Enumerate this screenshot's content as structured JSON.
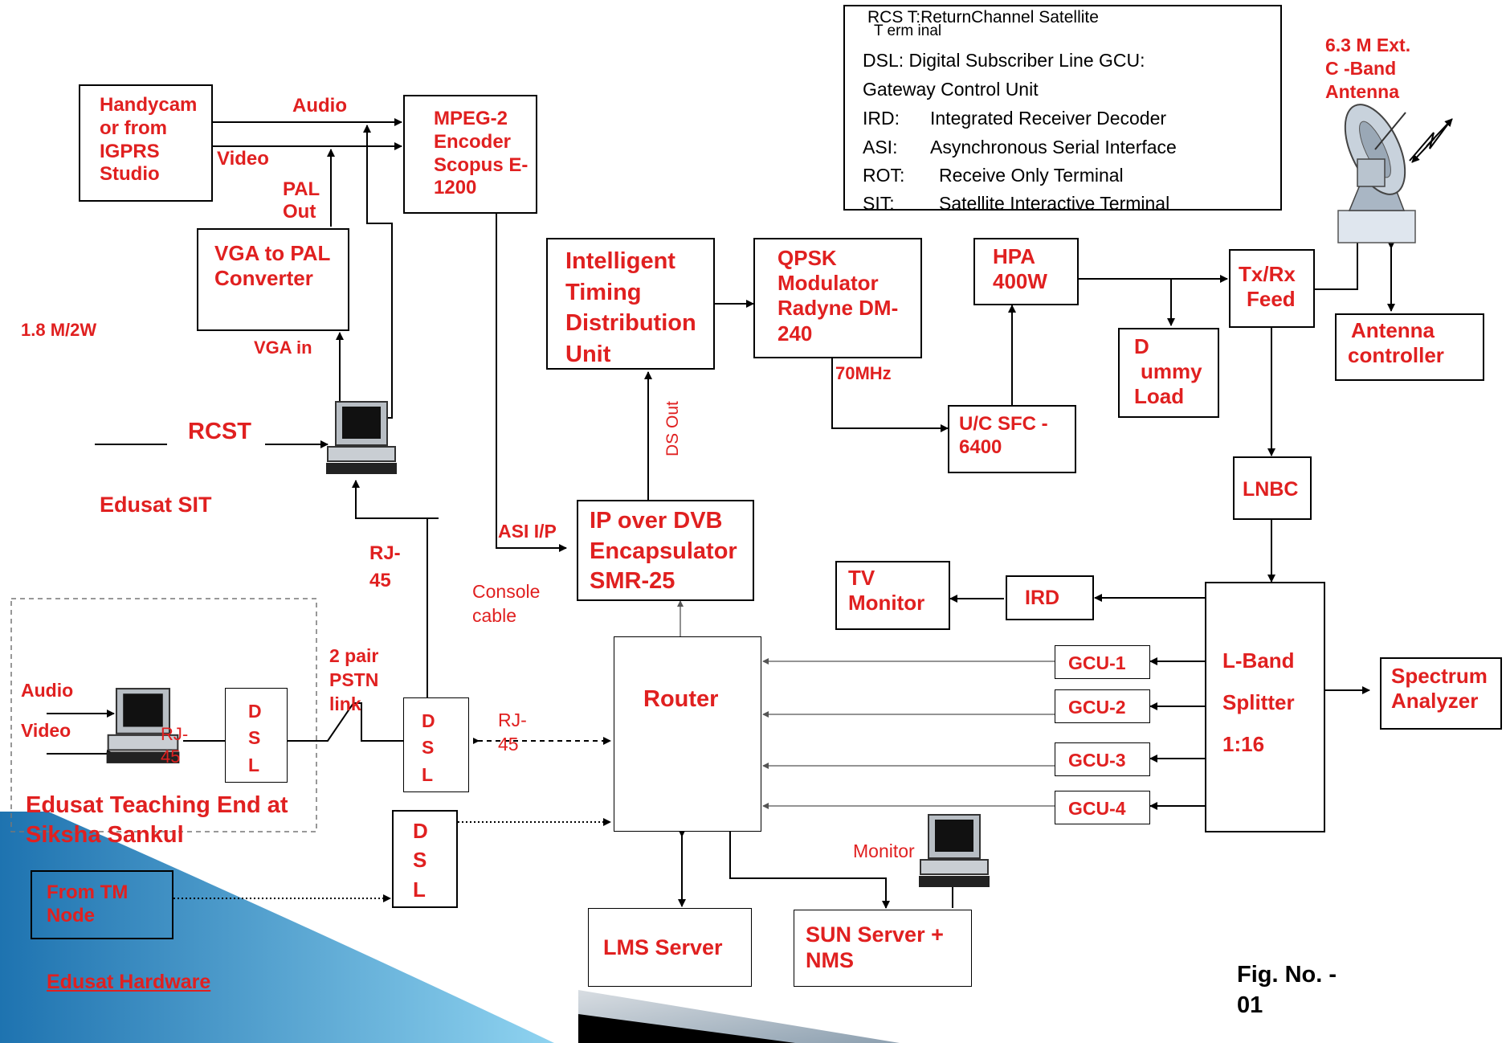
{
  "legend": {
    "rcst_line1": "RCS T:ReturnChannel Satellite",
    "rcst_line2": "T erm inal",
    "dsl": "DSL: Digital Subscriber Line GCU:",
    "gcu": "Gateway Control Unit",
    "ird_key": "IRD:",
    "ird_val": "Integrated Receiver Decoder",
    "asi_key": "ASI:",
    "asi_val": "Asynchronous Serial Interface",
    "rot_key": "ROT:",
    "rot_val": "Receive Only Terminal",
    "sit_key": "SIT:",
    "sit_val": "Satellite Interactive Terminal"
  },
  "blocks": {
    "handycam": [
      "Handycam",
      "or from",
      "IGPRS",
      "Studio"
    ],
    "mpeg": [
      "MPEG-2",
      "Encoder",
      "Scopus E-",
      "1200"
    ],
    "vga": [
      "VGA to PAL",
      "Converter"
    ],
    "itdu": [
      "Intelligent",
      "Timing",
      "Distribution",
      "Unit"
    ],
    "qpsk": [
      "QPSK",
      "Modulator",
      "Radyne DM-",
      "240"
    ],
    "hpa": [
      "HPA",
      "400W"
    ],
    "txrx": [
      "Tx/Rx",
      "Feed"
    ],
    "antenna_ctrl": [
      "Antenna",
      "controller"
    ],
    "dummy": [
      "D",
      "ummy",
      "Load"
    ],
    "uc": [
      "U/C SFC -",
      "6400"
    ],
    "lnbc": "LNBC",
    "ipdvb": [
      "IP over DVB",
      "Encapsulator",
      "SMR-25"
    ],
    "tv": [
      "TV",
      "Monitor"
    ],
    "ird": "IRD",
    "lband": [
      "L-Band",
      "Splitter",
      "1:16"
    ],
    "spectrum": [
      "Spectrum",
      "Analyzer"
    ],
    "gcu": [
      "GCU-1",
      "GCU-2",
      "GCU-3",
      "GCU-4"
    ],
    "router": "Router",
    "dsl_small": [
      "D",
      "S",
      "L"
    ],
    "dsl_mid": [
      "D",
      "S",
      "L"
    ],
    "dsl_big": [
      "D",
      "S",
      "L"
    ],
    "from_tm": [
      "From TM",
      "Node"
    ],
    "lms": "LMS Server",
    "sun": [
      "SUN Server +",
      "NMS"
    ]
  },
  "labels": {
    "audio_top": "Audio",
    "video_top": "Video",
    "pal_out": [
      "PAL",
      "Out"
    ],
    "vga_in": "VGA in",
    "antenna_size": "1.8 M/2W",
    "rcst": "RCST",
    "edusat_sit": "Edusat SIT",
    "rj45_top": [
      "RJ-",
      "45"
    ],
    "asi_ip": "ASI I/P",
    "console_cable": [
      "Console",
      "cable"
    ],
    "ds_out": "DS Out",
    "mhz70": "70MHz",
    "ext_antenna": [
      "6.3 M Ext.",
      "C -Band",
      "Antenna"
    ],
    "pstn": [
      "2 pair",
      "PSTN",
      "link"
    ],
    "rj45_mid": [
      "RJ-",
      "45"
    ],
    "audio_left": "Audio",
    "video_left": "Video",
    "rj45_left": [
      "RJ-",
      "45"
    ],
    "teaching_end": [
      "Edusat Teaching End at",
      "Siksha Sankul"
    ],
    "monitor": "Monitor",
    "edusat_hardware": "Edusat Hardware",
    "fig_no": [
      "Fig. No. -",
      "01"
    ]
  },
  "colors": {
    "label_red": "#e02020",
    "line": "#000000",
    "thin_line": "#8a8a8a",
    "accent_blue": "#1e73b0"
  }
}
